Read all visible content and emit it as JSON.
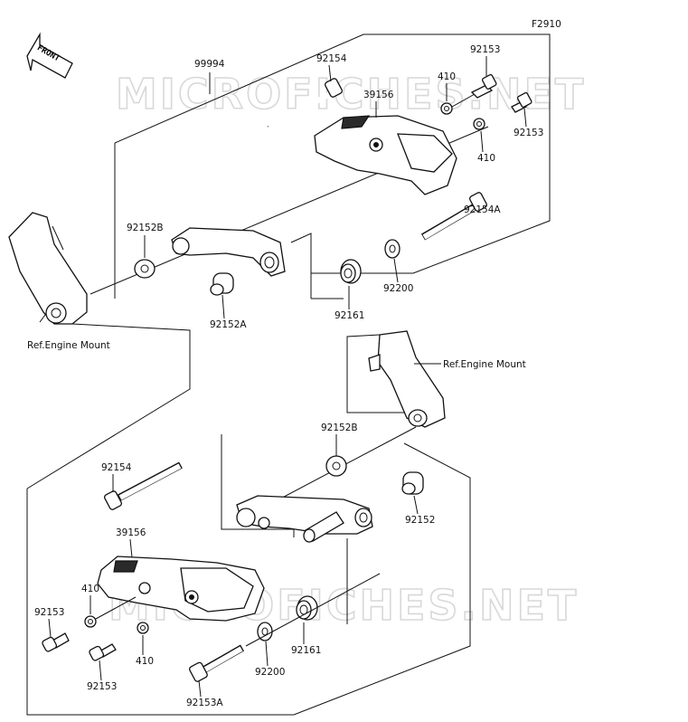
{
  "figure_code": "F2910",
  "front_indicator": "FRONT",
  "watermark": "MICROFICHES.NET",
  "labels": {
    "p99994": "99994",
    "p92154_top": "92154",
    "p92153_top_a": "92153",
    "p410_top_a": "410",
    "p39156_top": "39156",
    "p92153_top_b": "92153",
    "p410_top_b": "410",
    "p92152B_top": "92152B",
    "p92154A_top": "92154A",
    "p92200_top": "92200",
    "p92161_top": "92161",
    "p92152A_top": "92152A",
    "ref_engine_left": "Ref.Engine Mount",
    "ref_engine_right": "Ref.Engine Mount",
    "p92152B_bot": "92152B",
    "p92154_bot": "92154",
    "p92152_bot": "92152",
    "p39156_bot": "39156",
    "p410_bot_a": "410",
    "p92153_bot_a": "92153",
    "p410_bot_b": "410",
    "p92153_bot_b": "92153",
    "p92161_bot": "92161",
    "p92200_bot": "92200",
    "p92153A_bot": "92153A"
  }
}
